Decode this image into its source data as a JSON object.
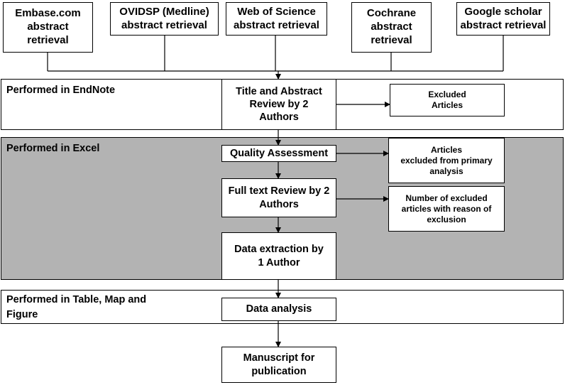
{
  "sources": [
    {
      "id": "embase",
      "label": "Embase.com\nabstract\nretrieval"
    },
    {
      "id": "ovidsp",
      "label": "OVIDSP (Medline)\nabstract retrieval"
    },
    {
      "id": "wos",
      "label": "Web of Science\nabstract retrieval"
    },
    {
      "id": "cochrane",
      "label": "Cochrane\nabstract\nretrieval"
    },
    {
      "id": "scholar",
      "label": "Google scholar\nabstract retrieval"
    }
  ],
  "bands": [
    {
      "id": "endnote",
      "label": "Performed in EndNote",
      "color": "#ffffff"
    },
    {
      "id": "excel",
      "label": "Performed in Excel",
      "color": "#b3b3b3"
    },
    {
      "id": "table",
      "label": "Performed in Table, Map and\nFigure",
      "color": "#ffffff"
    }
  ],
  "steps": [
    {
      "id": "title-review",
      "label": "Title and Abstract\nReview by  2\nAuthors"
    },
    {
      "id": "quality",
      "label": "Quality Assessment"
    },
    {
      "id": "fulltext",
      "label": "Full text Review by 2\nAuthors"
    },
    {
      "id": "extraction",
      "label": "Data extraction by\n1 Author"
    },
    {
      "id": "analysis",
      "label": "Data analysis"
    },
    {
      "id": "manuscript",
      "label": "Manuscript for\npublication"
    }
  ],
  "exclusions": [
    {
      "id": "excluded",
      "label": "Excluded\nArticles"
    },
    {
      "id": "excluded-primary",
      "label": "Articles\nexcluded from primary\nanalysis"
    },
    {
      "id": "excluded-reason",
      "label": "Number of excluded\narticles  with reason of\nexclusion"
    }
  ]
}
